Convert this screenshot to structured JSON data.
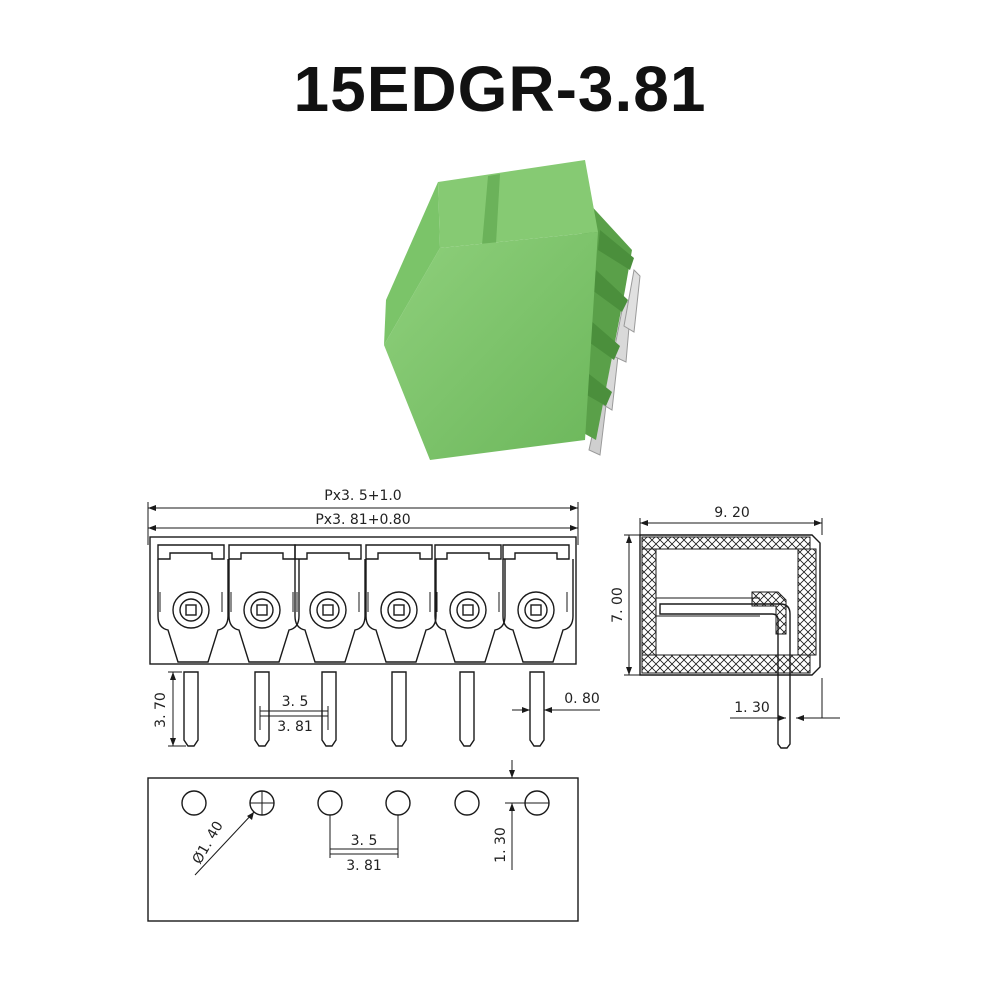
{
  "title": "15EDGR-3.81",
  "colors": {
    "body_green": "#7cc26b",
    "body_green_dark": "#5fa64f",
    "body_green_light": "#9dd68c",
    "pin_metal": "#d8d8d8",
    "line": "#1a1a1a"
  },
  "front_view": {
    "overall_dim_1": "Px3. 5+1.0",
    "overall_dim_2": "Px3. 81+0.80",
    "pin_length": "3. 70",
    "pitch_a": "3. 5",
    "pitch_b": "3. 81",
    "pin_width": "0. 80",
    "positions": 6
  },
  "side_view": {
    "depth": "9. 20",
    "height": "7. 00",
    "pin_offset": "1. 30"
  },
  "pcb_view": {
    "hole_diameter": "Ø1. 40",
    "pitch_a": "3. 5",
    "pitch_b": "3. 81",
    "row_offset": "1. 30",
    "holes": 6
  }
}
